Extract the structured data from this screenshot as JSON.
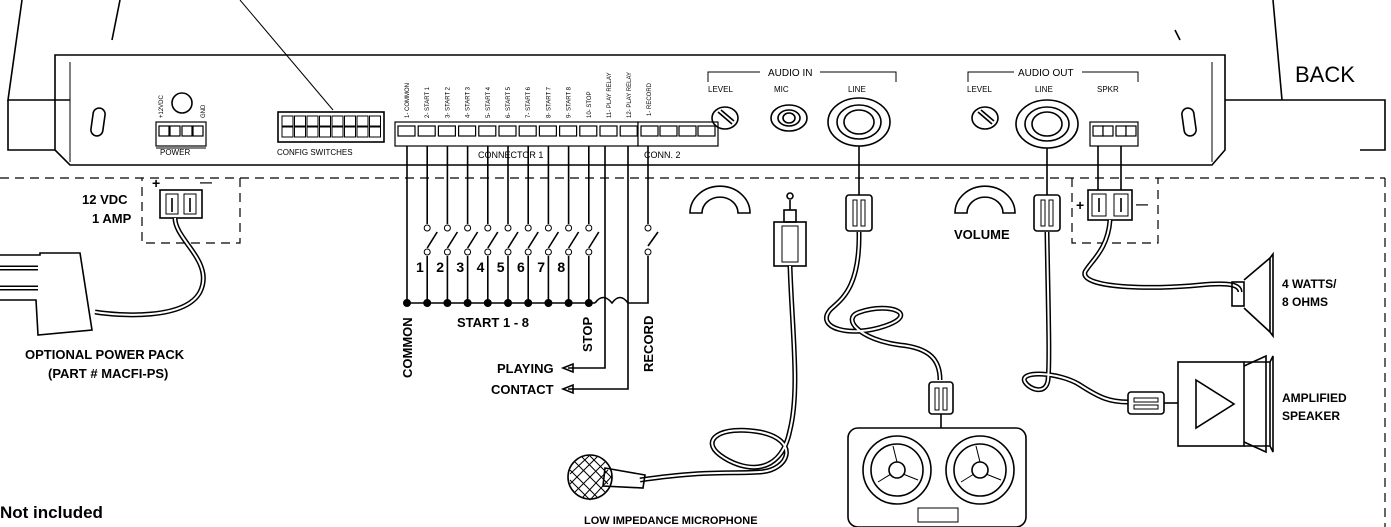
{
  "panel": {
    "side_label": "BACK",
    "power": {
      "pin_labels": [
        "+12VDC",
        "GND"
      ],
      "label": "POWER"
    },
    "config_switches_label": "CONFIG SWITCHES",
    "connector1": {
      "label": "CONNECTOR 1",
      "pins": [
        "1- COMMON",
        "2- START 1",
        "3- START 2",
        "4- START 3",
        "5- START 4",
        "6- START 5",
        "7- START 6",
        "8- START 7",
        "9- START 8",
        "10- STOP",
        "11- PLAY RELAY",
        "12- PLAY RELAY"
      ]
    },
    "connector2": {
      "label": "CONN. 2",
      "pins": [
        "1- RECORD"
      ]
    },
    "audio_in": {
      "label": "AUDIO IN",
      "level": "LEVEL",
      "mic": "MIC",
      "line": "LINE"
    },
    "audio_out": {
      "label": "AUDIO OUT",
      "level": "LEVEL",
      "line": "LINE",
      "spkr": "SPKR"
    }
  },
  "power_supply": {
    "voltage": "12 VDC",
    "current": "1 AMP",
    "plus": "+",
    "minus": "—",
    "pack_line1": "OPTIONAL POWER PACK",
    "pack_line2": "(PART # MACFI-PS)"
  },
  "switches": {
    "numbers": [
      "1",
      "2",
      "3",
      "4",
      "5",
      "6",
      "7",
      "8"
    ],
    "common": "COMMON",
    "start": "START 1 - 8",
    "stop": "STOP",
    "record": "RECORD",
    "playing": "PLAYING",
    "contact": "CONTACT"
  },
  "devices": {
    "volume": "VOLUME",
    "microphone": "LOW IMPEDANCE MICROPHONE",
    "speaker_plus": "+",
    "speaker_minus": "—",
    "speaker_rating_1": "4 WATTS/",
    "speaker_rating_2": "8 OHMS",
    "amplified_1": "AMPLIFIED",
    "amplified_2": "SPEAKER"
  },
  "note": "Not included"
}
